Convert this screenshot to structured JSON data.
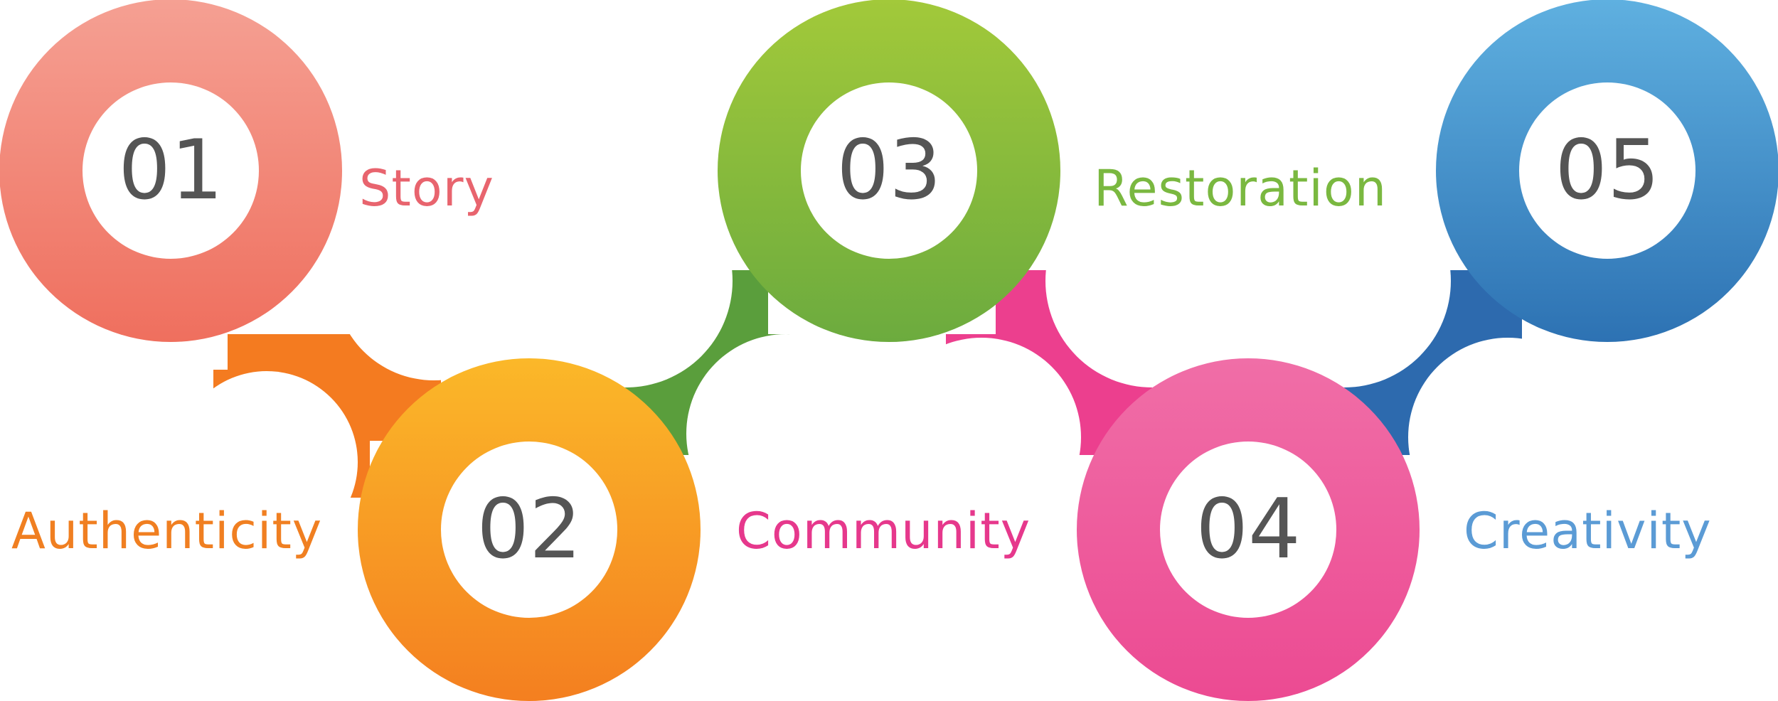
{
  "steps": [
    {
      "number": "01",
      "label": "Story",
      "color_top": "#F5A093",
      "color_bottom": "#EF6F5E",
      "label_color": "#E8646E"
    },
    {
      "number": "02",
      "label": "Authenticity",
      "color_top": "#FBB829",
      "color_bottom": "#F47F20",
      "label_color": "#F07F21"
    },
    {
      "number": "03",
      "label": "Restoration",
      "color_top": "#A2C93A",
      "color_bottom": "#6CAB3E",
      "label_color": "#7AB840"
    },
    {
      "number": "04",
      "label": "Community",
      "color_top": "#F06EA7",
      "color_bottom": "#EC4A92",
      "label_color": "#E6388C"
    },
    {
      "number": "05",
      "label": "Creativity",
      "color_top": "#5FB0E0",
      "color_bottom": "#2D72B3",
      "label_color": "#5B9BD5"
    }
  ],
  "connector_colors": [
    "#F47B20",
    "#5A9E3C",
    "#EC3F8E",
    "#2D6AAE"
  ]
}
